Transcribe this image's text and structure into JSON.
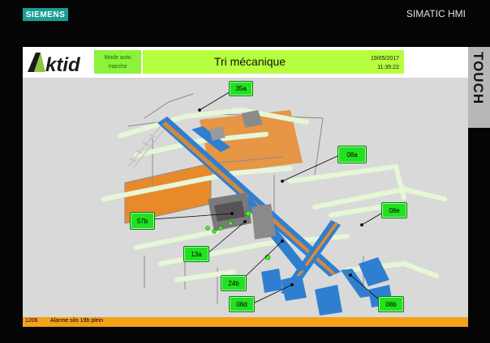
{
  "device": {
    "brand": "SIEMENS",
    "model": "SIMATIC HMI",
    "touch_label": "TOUCH"
  },
  "header": {
    "logo_text": "Aktid",
    "mode_line1": "Mode auto",
    "mode_line2": "marche",
    "title": "Tri mécanique",
    "date": "19/05/2017",
    "time": "11:35:22"
  },
  "tags": {
    "t35a": "35a",
    "t08a": "08a",
    "t57b": "57b",
    "t08e": "08e",
    "t13a": "13a",
    "t24b": "24b",
    "t08d": "08d",
    "t08b": "08b"
  },
  "status": {
    "alarm_id": "1206",
    "alarm_text": "Alarme silo 19b plein"
  },
  "colors": {
    "header_green": "#b6ff3e",
    "mode_green": "#8cf23a",
    "tag_green": "#22e022",
    "status_orange": "#f5a21b",
    "brand_teal": "#1b9e95",
    "conveyor_blue": "#2f7fd0",
    "silo_orange": "#e88a2a"
  }
}
